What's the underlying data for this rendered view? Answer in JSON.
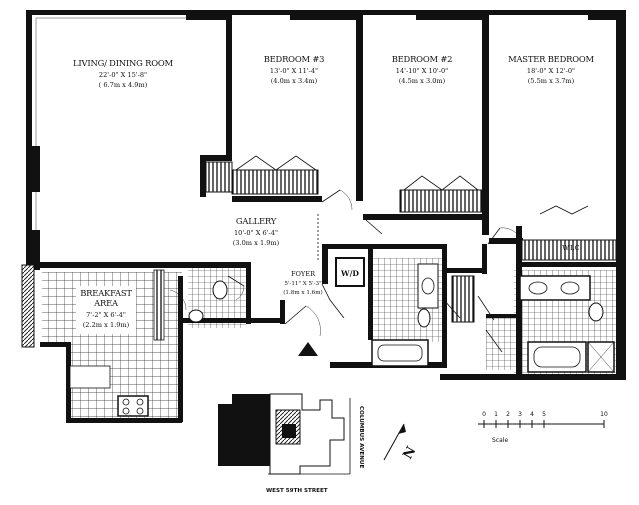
{
  "rooms": [
    {
      "name": "LIVING/ DINING ROOM",
      "dim_ft": "22'-0\" X 15'-8\"",
      "dim_m": "( 6.7m x 4.9m)"
    },
    {
      "name": "BEDROOM #3",
      "dim_ft": "13'-0\" X 11'-4\"",
      "dim_m": "(4.0m x 3.4m)"
    },
    {
      "name": "BEDROOM #2",
      "dim_ft": "14'-10\" X 10'-0\"",
      "dim_m": "(4.5m x 3.0m)"
    },
    {
      "name": "MASTER BEDROOM",
      "dim_ft": "18'-0\" X 12'-0\"",
      "dim_m": "(5.5m x 3.7m)"
    },
    {
      "name": "GALLERY",
      "dim_ft": "10'-0\" X 6'-4\"",
      "dim_m": "(3.0m x 1.9m)"
    },
    {
      "name": "FOYER",
      "dim_ft": "5'-11\" X 5'-3\"",
      "dim_m": "(1.8m x 1.6m)"
    },
    {
      "name_line1": "BREAKFAST",
      "name_line2": "AREA",
      "dim_ft": "7'-2\" X 6'-4\"",
      "dim_m": "(2.2m x 1.9m)"
    }
  ],
  "labels": {
    "wd": "W/D",
    "wic": "W.I.C",
    "street": "WEST 59TH STREET",
    "avenue": "COLUMBUS AVENUE",
    "north": "N"
  },
  "scale": {
    "ticks": [
      "0",
      "1",
      "2",
      "3",
      "4",
      "5",
      "10"
    ],
    "label": "Scale"
  }
}
